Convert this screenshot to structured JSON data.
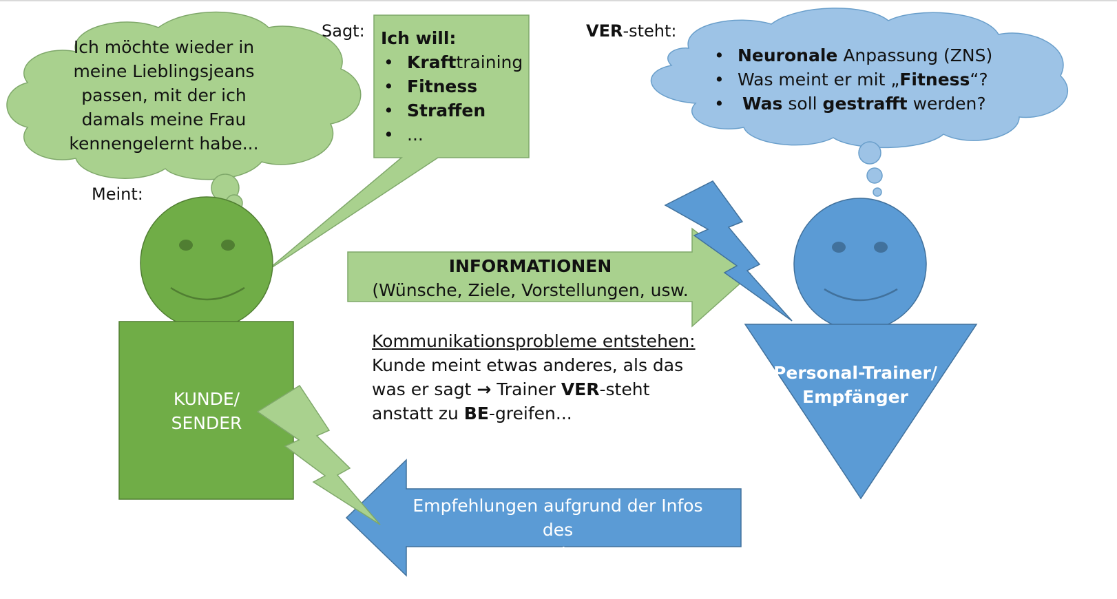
{
  "sender": {
    "meint_label": "Meint:",
    "thought": "Ich möchte wieder in meine Lieblingsjeans passen, mit der ich damals meine Frau kennengelernt habe...",
    "sagt_label": "Sagt:",
    "speech_heading": "Ich will:",
    "speech_items": [
      {
        "bold": "Kraft",
        "rest": "training"
      },
      {
        "bold": "Fitness",
        "rest": ""
      },
      {
        "bold": "Straffen",
        "rest": ""
      },
      {
        "bold": "",
        "rest": "..."
      }
    ],
    "body_line1": "KUNDE/",
    "body_line2": "SENDER"
  },
  "receiver": {
    "versteht_bold": "VER",
    "versteht_rest": "-steht:",
    "thought_items": [
      {
        "bold1": "Neuronale",
        "mid": " Anpassung (ZNS)",
        "bold2": "",
        "tail": ""
      },
      {
        "bold1": "",
        "mid": "Was meint er mit „",
        "bold2": "Fitness",
        "tail": "“?"
      },
      {
        "bold1": "Was",
        "mid": " soll ",
        "bold2": "gestrafft",
        "tail": " werden?"
      }
    ],
    "body_line1": "Personal-Trainer/",
    "body_line2": "Empfänger"
  },
  "info_arrow": {
    "title": "INFORMATIONEN",
    "subtitle": "(Wünsche, Ziele, Vorstellungen, usw."
  },
  "problems": {
    "heading": "Kommunikationsprobleme entstehen:",
    "line1": "Kunde meint etwas anderes, als das",
    "line2_pre": "was er sagt ",
    "line2_arrow": "→",
    "line2_mid": " Trainer ",
    "line2_bold": "VER",
    "line2_post": "-steht",
    "line3_pre": "anstatt zu ",
    "line3_bold": "BE",
    "line3_post": "-greifen..."
  },
  "feedback_arrow": {
    "line1": "Empfehlungen aufgrund der Infos des",
    "line2": "Kunden."
  },
  "colors": {
    "green_dark": "#70ad47",
    "green_light": "#a9d18e",
    "blue_dark": "#5b9bd5",
    "blue_light": "#9dc3e6",
    "green_stroke": "#507e32",
    "blue_stroke": "#41719c"
  }
}
